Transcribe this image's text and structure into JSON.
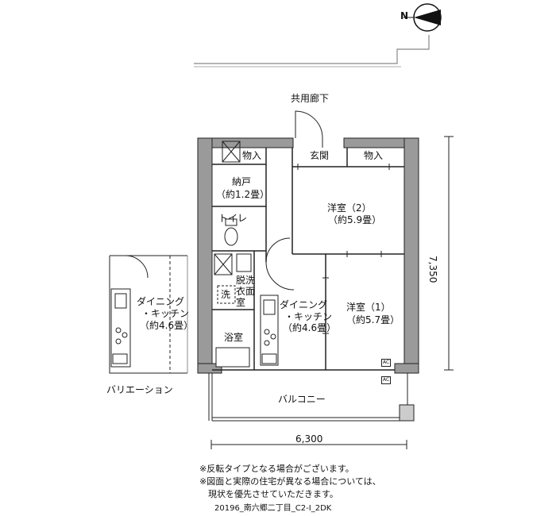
{
  "compass": {
    "north_label": "N"
  },
  "labels": {
    "corridor": "共用廊下",
    "storage_top_left": "物入",
    "entrance": "玄関",
    "storage_top_right": "物入",
    "closet": "納戸",
    "closet_size": "（約1.2畳）",
    "toilet": "トイレ",
    "western2": "洋室（2）",
    "western2_size": "（約5.9畳）",
    "washroom_line1": "脱洗",
    "washroom_line2": "衣面",
    "washroom_line3": "室",
    "washer": "洗",
    "dining_line1": "ダイニング",
    "dining_line2": "・キッチン",
    "dining_size": "（約4.6畳）",
    "western1": "洋室（1）",
    "western1_size": "（約5.7畳）",
    "bath": "浴室",
    "balcony": "バルコニー",
    "ac1": "AC",
    "ac2": "AC"
  },
  "variation": {
    "title": "バリエーション",
    "dining_line1": "ダイニング",
    "dining_line2": "・キッチン",
    "dining_size": "（約4.6畳）"
  },
  "dimensions": {
    "width": "6,300",
    "height": "7,350"
  },
  "notes": [
    "※反転タイプとなる場合がございます。",
    "※図面と実際の住宅が異なる場合については、",
    "　現状を優先させていただきます。"
  ],
  "footer_id": "20196_南六郷二丁目_C2-Ⅰ_2DK"
}
